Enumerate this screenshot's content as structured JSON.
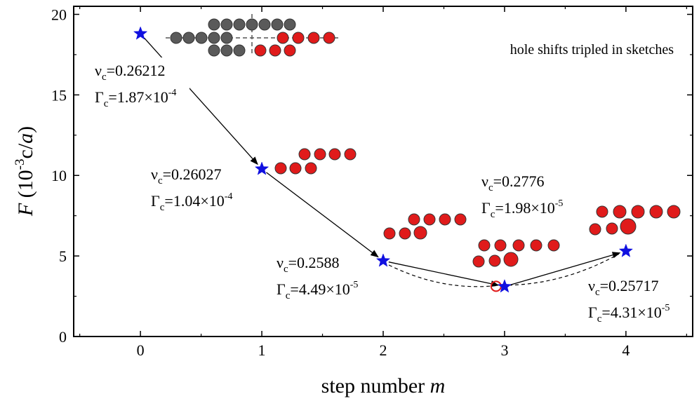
{
  "chart_data": {
    "type": "scatter",
    "title": "",
    "xlabel_prefix": "step number ",
    "xlabel_var": "m",
    "ylabel_var": "F",
    "ylabel_unit_a": " (10",
    "ylabel_exp": "-3",
    "ylabel_unit_b": "c/",
    "ylabel_unit_var": "a",
    "ylabel_unit_c": ")",
    "xlim": [
      -0.55,
      4.55
    ],
    "ylim": [
      0,
      20.5
    ],
    "xticks": [
      0,
      1,
      2,
      3,
      4
    ],
    "xtick_labels": [
      "0",
      "1",
      "2",
      "3",
      "4"
    ],
    "yticks": [
      0,
      5,
      10,
      15,
      20
    ],
    "ytick_labels": [
      "0",
      "5",
      "10",
      "15",
      "20"
    ],
    "grid": false,
    "series": [
      {
        "marker": "star",
        "color": "#1010e0",
        "x": [
          0,
          1,
          2,
          3,
          4
        ],
        "y": [
          18.8,
          10.4,
          4.7,
          3.1,
          5.3
        ]
      }
    ],
    "extra_point": {
      "marker": "open-circle",
      "color": "#e01b1b",
      "x": 2.93,
      "y": 3.12
    },
    "annotations": [
      {
        "nu": "0.26212",
        "gamma": "1.87",
        "gamma_exp": "-4"
      },
      {
        "nu": "0.26027",
        "gamma": "1.04",
        "gamma_exp": "-4"
      },
      {
        "nu": "0.2588",
        "gamma": "4.49",
        "gamma_exp": "-5"
      },
      {
        "nu": "0.2776",
        "gamma": "1.98",
        "gamma_exp": "-5"
      },
      {
        "nu": "0.25717",
        "gamma": "4.31",
        "gamma_exp": "-5"
      }
    ],
    "note": "hole shifts tripled in sketches",
    "colors": {
      "hole_gray": "#5a5a5a",
      "hole_red": "#e01b1b",
      "arrow": "#000000"
    }
  },
  "labels": {
    "nu_symbol": "ν",
    "gamma_symbol": "Γ",
    "sub_c": "c",
    "eq": "=",
    "times10": "×10"
  }
}
